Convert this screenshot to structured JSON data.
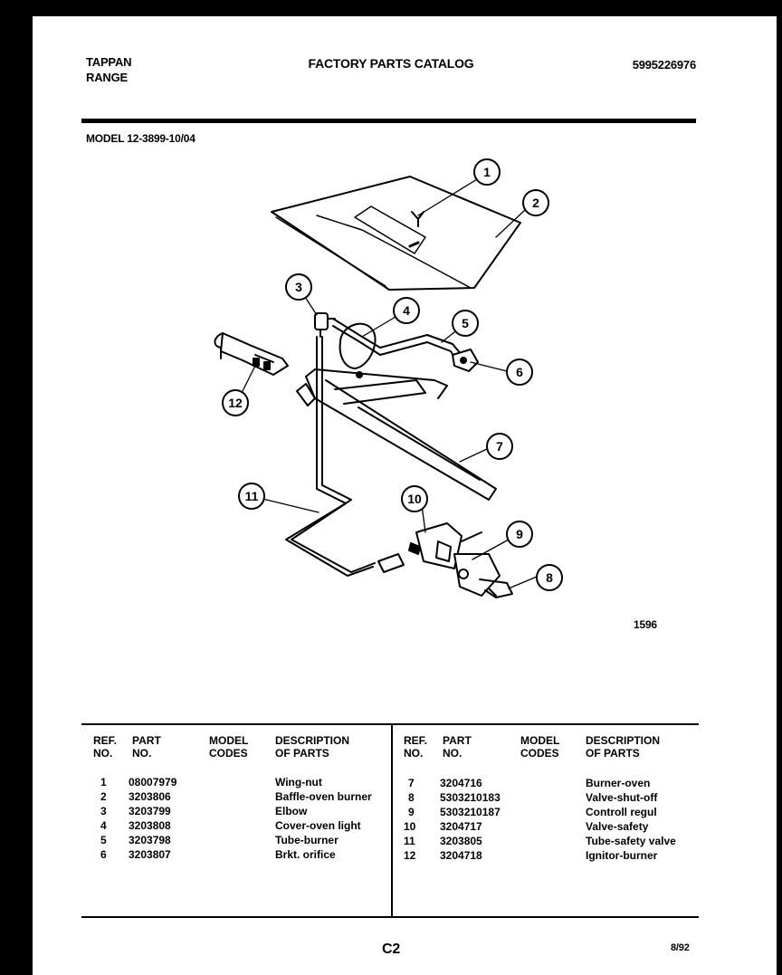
{
  "header": {
    "brand_line1": "TAPPAN",
    "brand_line2": "RANGE",
    "title": "FACTORY PARTS CATALOG",
    "catalog_number": "5995226976"
  },
  "model": "MODEL 12-3899-10/04",
  "drawing": {
    "callouts": [
      "1",
      "2",
      "3",
      "4",
      "5",
      "6",
      "7",
      "8",
      "9",
      "10",
      "11",
      "12"
    ],
    "drawing_code": "1596"
  },
  "table": {
    "headers": {
      "ref_line1": "REF.",
      "ref_line2": "NO.",
      "part_line1": "PART",
      "part_line2": "NO.",
      "model_line1": "MODEL",
      "model_line2": "CODES",
      "desc_line1": "DESCRIPTION",
      "desc_line2": "OF PARTS"
    },
    "left_rows": [
      {
        "ref": "1",
        "part": "08007979",
        "desc": "Wing-nut"
      },
      {
        "ref": "2",
        "part": "3203806",
        "desc": "Baffle-oven burner"
      },
      {
        "ref": "3",
        "part": "3203799",
        "desc": "Elbow"
      },
      {
        "ref": "4",
        "part": "3203808",
        "desc": "Cover-oven light"
      },
      {
        "ref": "5",
        "part": "3203798",
        "desc": "Tube-burner"
      },
      {
        "ref": "6",
        "part": "3203807",
        "desc": "Brkt. orifice"
      }
    ],
    "right_rows": [
      {
        "ref": "7",
        "part": "3204716",
        "desc": "Burner-oven"
      },
      {
        "ref": "8",
        "part": "5303210183",
        "desc": "Valve-shut-off"
      },
      {
        "ref": "9",
        "part": "5303210187",
        "desc": "Controll regul"
      },
      {
        "ref": "10",
        "part": "3204717",
        "desc": "Valve-safety"
      },
      {
        "ref": "11",
        "part": "3203805",
        "desc": "Tube-safety valve"
      },
      {
        "ref": "12",
        "part": "3204718",
        "desc": "Ignitor-burner"
      }
    ]
  },
  "footer": {
    "page": "C2",
    "date": "8/92"
  }
}
